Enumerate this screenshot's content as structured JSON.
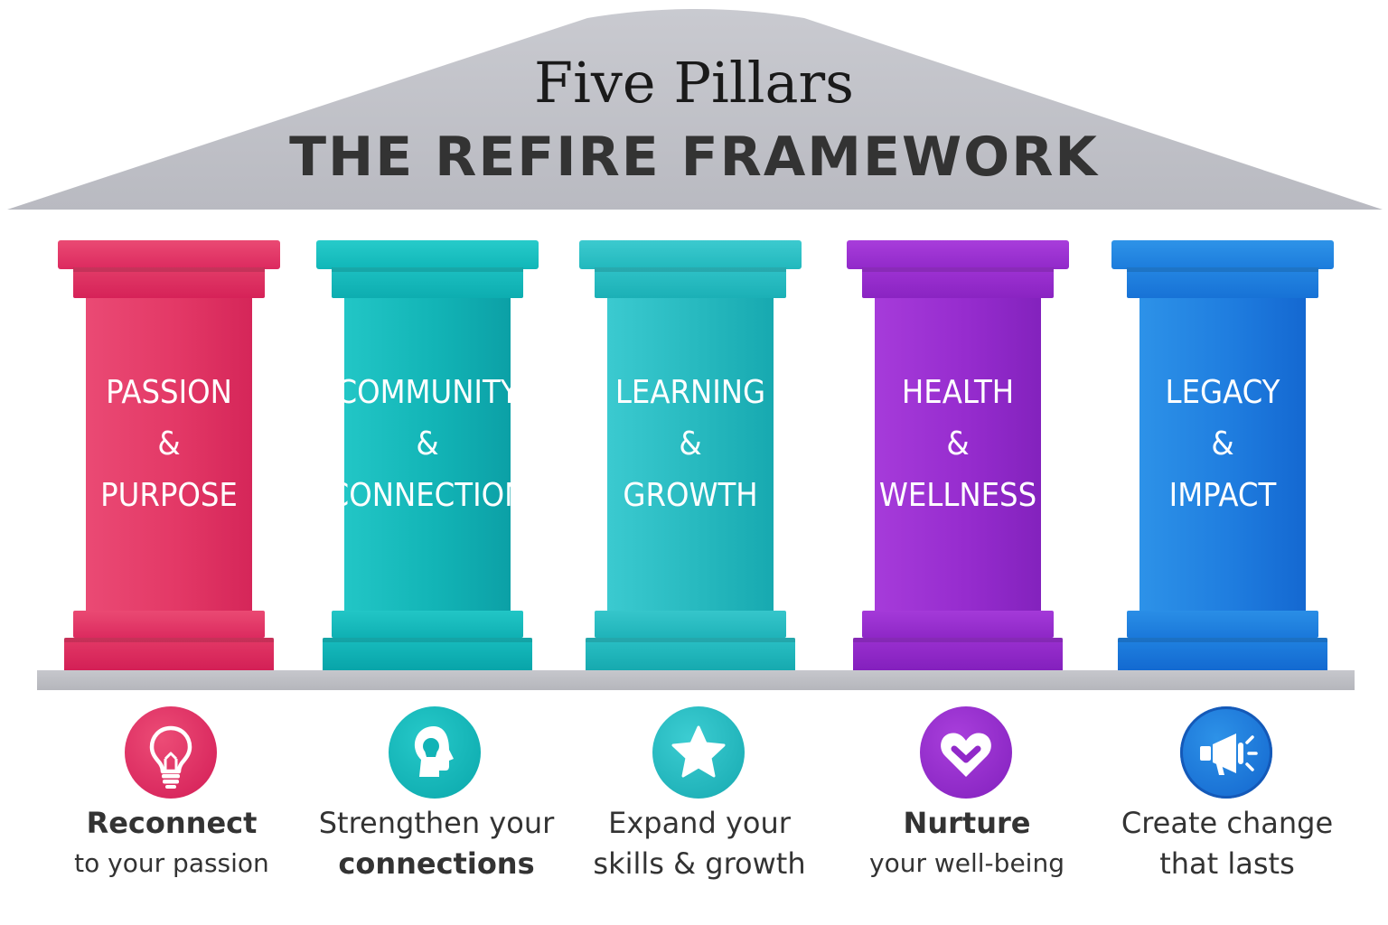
{
  "header": {
    "title": "Five Pillars",
    "subtitle": "THE REFIRE FRAMEWORK"
  },
  "pillars": [
    {
      "label_lines": [
        "PASSION",
        "&",
        "PURPOSE"
      ],
      "color_top": "#e8456e",
      "color_bottom": "#d61e58",
      "icon": "lightbulb-icon",
      "caption_line1": "Reconnect",
      "caption_line2": "to your passion"
    },
    {
      "label_lines": [
        "COMMUNITY",
        "&",
        "CONNECTION"
      ],
      "color_top": "#20c4c4",
      "color_bottom": "#0aa9ad",
      "icon": "head-profile-icon",
      "caption_line1": "Strengthen your",
      "caption_line2": "connections"
    },
    {
      "label_lines": [
        "LEARNING",
        "&",
        "GROWTH"
      ],
      "color_top": "#36c7cc",
      "color_bottom": "#18aeb5",
      "icon": "star-icon",
      "caption_line1": "Expand your",
      "caption_line2": "skills & growth"
    },
    {
      "label_lines": [
        "HEALTH",
        "&",
        "WELLNESS"
      ],
      "color_top": "#a236d8",
      "color_bottom": "#8523c0",
      "icon": "heart-check-icon",
      "caption_line1": "Nurture",
      "caption_line2": "your well-being"
    },
    {
      "label_lines": [
        "LEGACY",
        "&",
        "IMPACT"
      ],
      "color_top": "#2a8ee6",
      "color_bottom": "#1668d2",
      "icon": "megaphone-icon",
      "caption_line1": "Create change",
      "caption_line2": "that lasts"
    }
  ]
}
